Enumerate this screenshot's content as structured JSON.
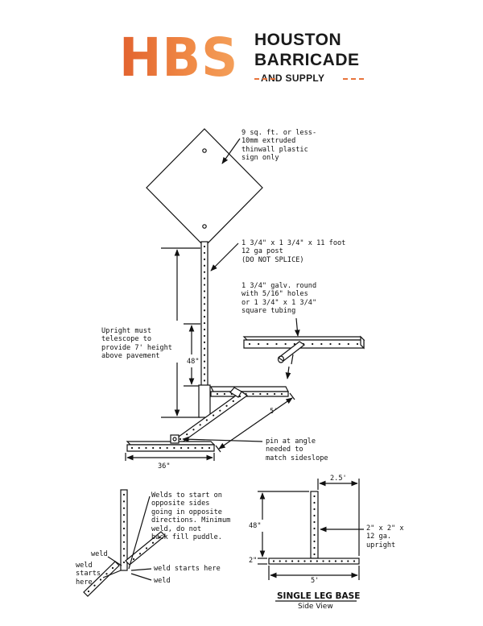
{
  "logo": {
    "mark": "HBS",
    "line1": "HOUSTON",
    "line2": "BARRICADE",
    "line3": "AND SUPPLY",
    "accent_color": "#e8743c",
    "text_color": "#1a1a1a"
  },
  "labels": {
    "sign": "9 sq. ft. or less-\n10mm extruded\nthinwall plastic\nsign only",
    "post": "1 3/4\" x 1 3/4\" x 11 foot\n12 ga post\n(DO NOT SPLICE)",
    "tubing": "1 3/4\" galv. round\nwith 5/16\" holes\nor 1 3/4\" x 1 3/4\"\nsquare tubing",
    "upright": "Upright must\ntelescope to\nprovide 7' height\nabove pavement",
    "dim_48_main": "48\"",
    "dim_5_main": "5'",
    "dim_36": "36\"",
    "pin": "pin at angle\nneeded to\nmatch sideslope",
    "welds_note": "Welds to start on\nopposite sides\ngoing in opposite\ndirections. Minimum\nweld, do not\nback fill puddle.",
    "weld_left": "weld",
    "weld_starts_left": "weld\nstarts\nhere",
    "weld_starts_right": "weld starts here",
    "weld_bottom": "weld",
    "dim_2_5": "2.5'",
    "dim_48_side": "48\"",
    "dim_2_side": "2\"",
    "dim_5_side": "5'",
    "upright_spec": "2\" x 2\" x\n12 ga.\nupright",
    "title": "SINGLE LEG BASE",
    "subtitle": "Side View"
  }
}
